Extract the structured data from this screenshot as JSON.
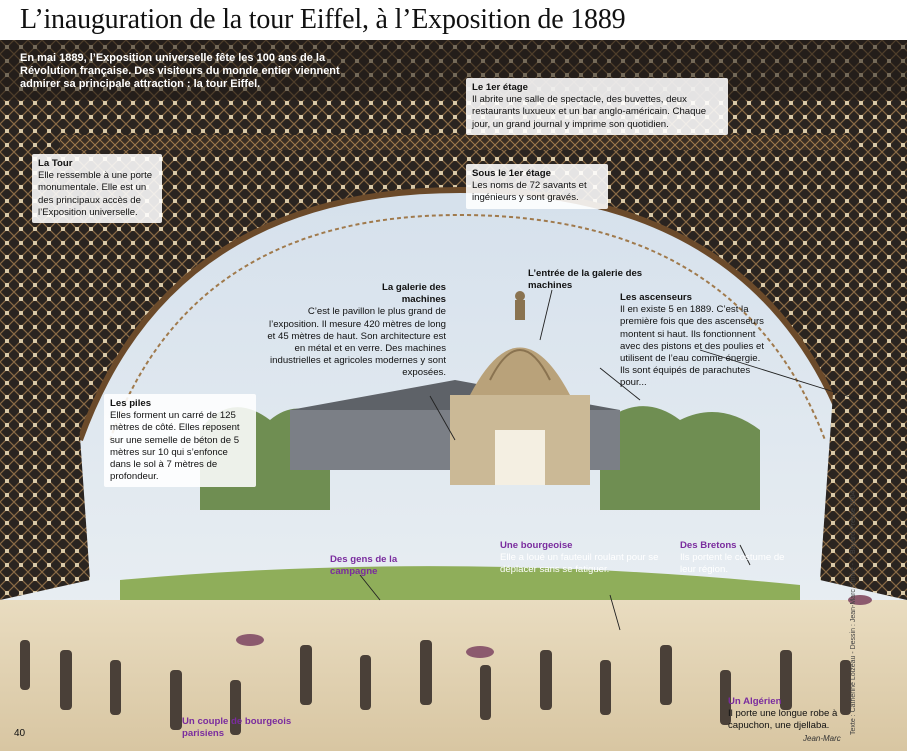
{
  "title": "L’inauguration de la tour Eiffel,  à l’Exposition de 1889",
  "intro": "En mai 1889, l’Exposition universelle fête les 100 ans de la Révolution française. Des visiteurs du monde entier viennent admirer sa principale attraction : la tour Eiffel.",
  "annotations": {
    "tour": {
      "title": "La Tour",
      "text": "Elle ressemble à une porte monumentale. Elle est un des principaux accès de l’Exposition universelle."
    },
    "etage1": {
      "title": "Le 1er étage",
      "text": "Il abrite une salle de spectacle, des buvettes, deux restaurants luxueux et un bar anglo-américain. Chaque jour, un grand journal y imprime son quotidien."
    },
    "sous_etage": {
      "title": "Sous le 1er étage",
      "text": "Les noms de 72 savants et ingénieurs y sont gravés."
    },
    "galerie": {
      "title": "La galerie des machines",
      "text": "C’est le pavillon le plus grand de l’exposition. Il mesure 420 mètres de long et 45 mètres de haut. Son architecture est en métal et en verre. Des machines industrielles et agricoles modernes y sont exposées."
    },
    "entree": {
      "title": "L’entrée de la galerie des machines"
    },
    "ascenseurs": {
      "title": "Les ascenseurs",
      "text": "Il en existe 5 en 1889. C’est la première fois que des ascenseurs montent si haut. Ils fonctionnent avec des pistons et des poulies et utilisent de l’eau comme énergie. Ils sont équipés de parachutes pour..."
    },
    "piles": {
      "title": "Les piles",
      "text": "Elles forment un carré de 125 mètres de côté. Elles reposent sur une semelle de béton de 5 mètres sur 10 qui s’enfonce dans le sol à 7 mètres de profondeur."
    },
    "gens": {
      "title": "Des gens de la campagne"
    },
    "bourgeoise": {
      "title": "Une bourgeoise",
      "text": "Elle a loué un fauteuil roulant pour se déplacer sans se fatiguer."
    },
    "bretons": {
      "title": "Des Bretons",
      "text": "Ils portent le costume de leur région."
    },
    "couple": {
      "title": "Un couple de bourgeois parisiens"
    },
    "algerien": {
      "title": "Un Algérien",
      "text": "Il porte une longue robe à capuchon, une djellaba."
    }
  },
  "page_number": "40",
  "credits": "Texte : Catherine Loizeau - Dessin : Jean-Marc Shrike - © Bayard Presse 2004",
  "signature": "Jean-Marc"
}
